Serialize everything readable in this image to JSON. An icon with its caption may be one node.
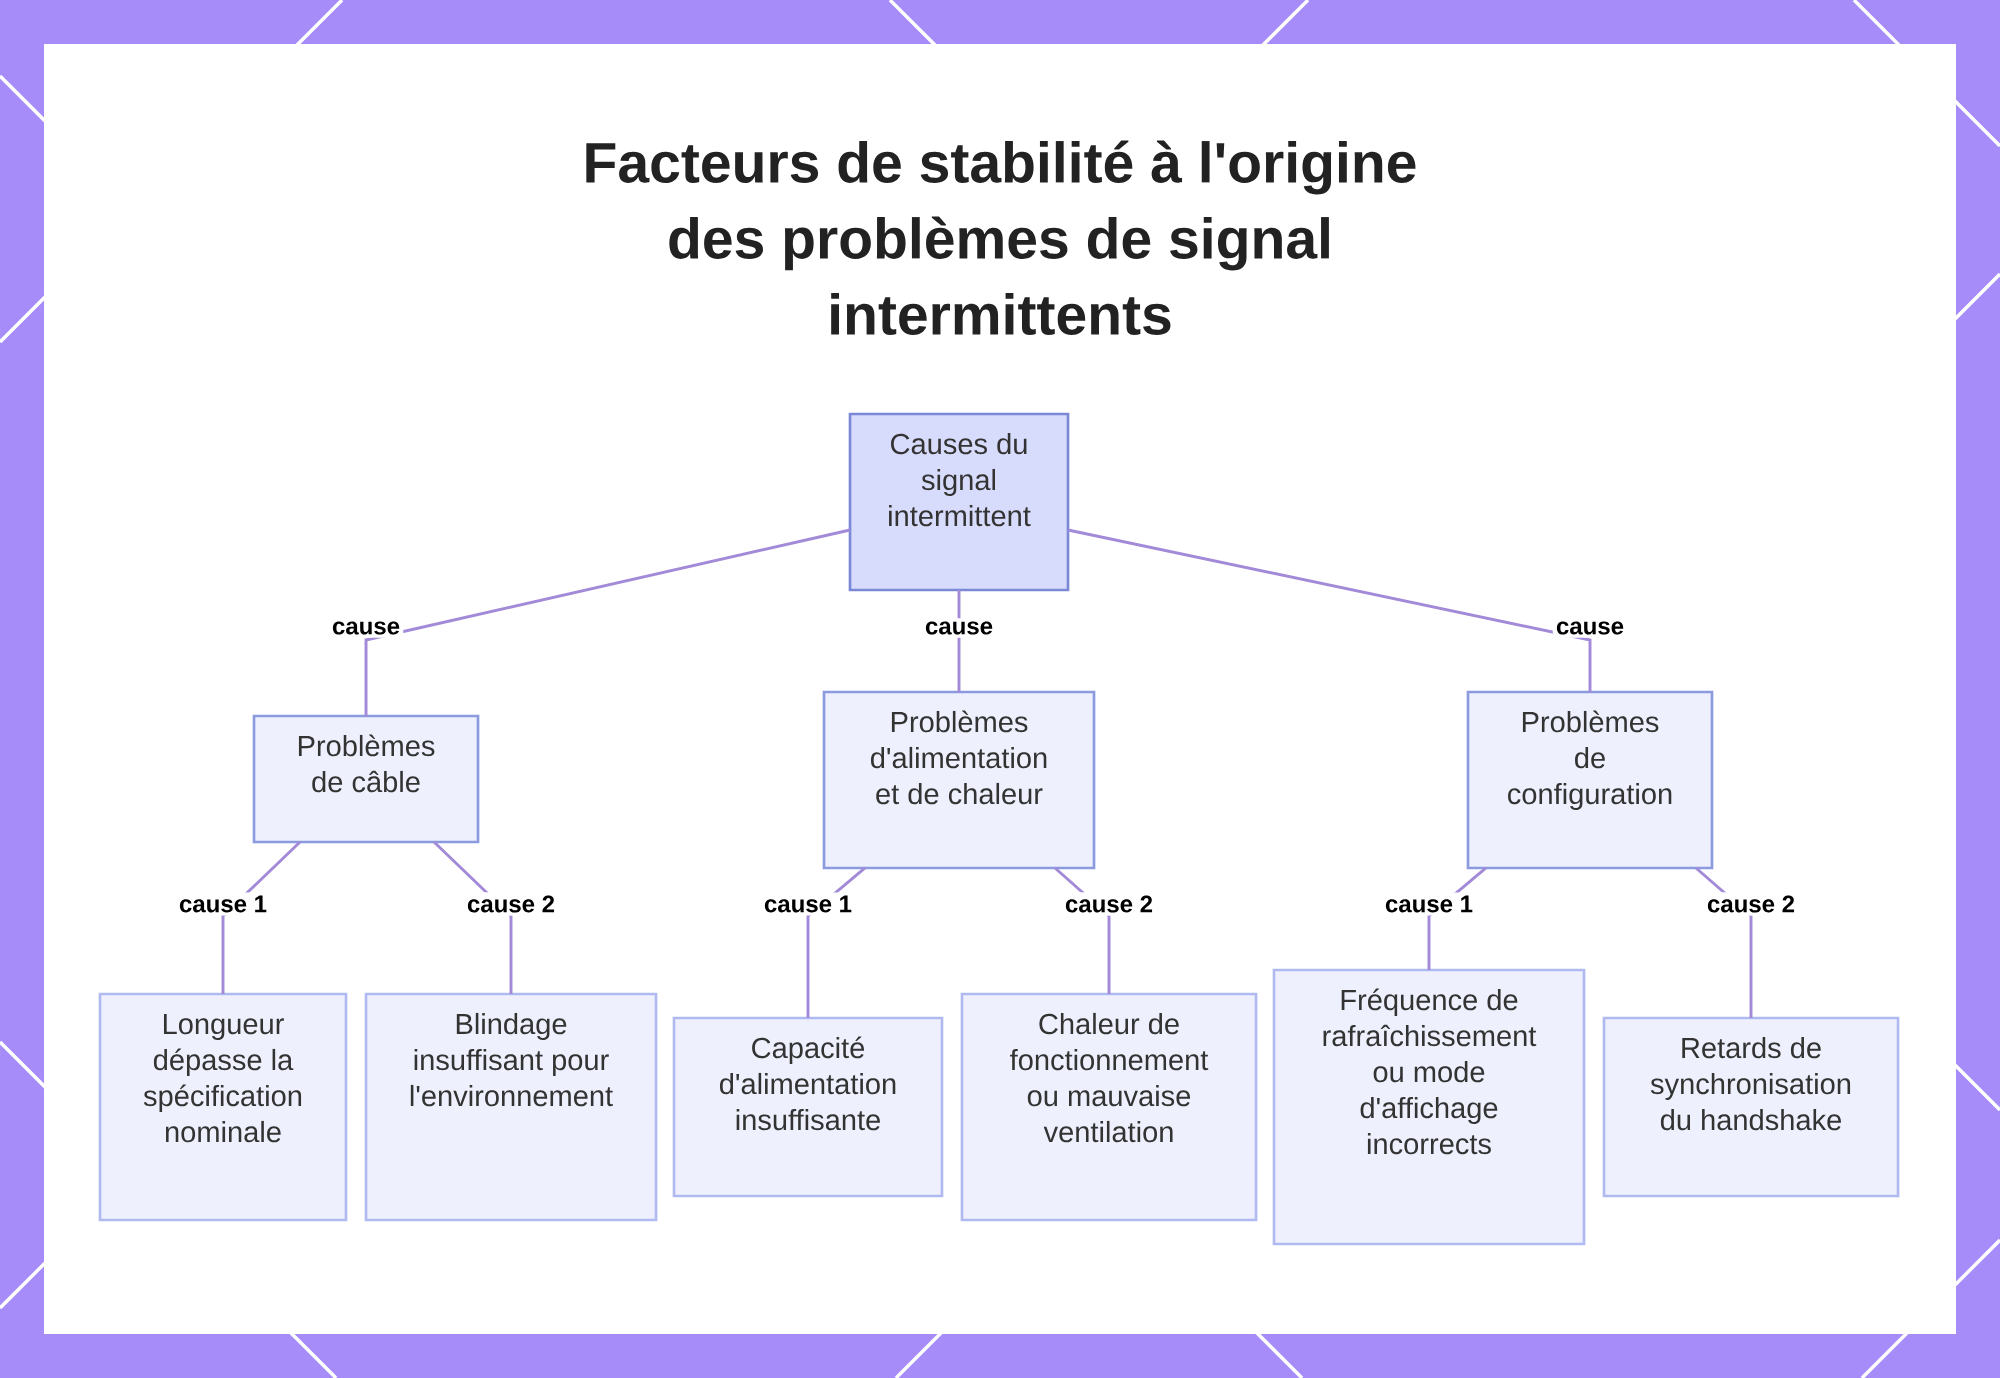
{
  "diagram": {
    "title": "Facteurs de stabilité à l'origine des problèmes de signal intermittents",
    "nodes": [
      {
        "text": [
          "Causes du signal intermittent"
        ]
      },
      {
        "text": [
          "Problèmes de câble"
        ]
      },
      {
        "text": [
          "Problèmes d'alimentation et de chaleur"
        ]
      },
      {
        "text": [
          "Problèmes de configuration"
        ]
      },
      {
        "text": [
          "Longueur dépasse la spécification nominale"
        ]
      },
      {
        "text": [
          "Blindage insuffisant pour l'environnement"
        ]
      },
      {
        "text": [
          "Capacité d'alimentation insuffisante"
        ]
      },
      {
        "text": [
          "Chaleur de fonctionnement ou mauvaise ventilation"
        ]
      },
      {
        "text": [
          "Fréquence de rafraîchissement ou mode d'affichage incorrects"
        ]
      },
      {
        "text": [
          "Retards de synchronisation du handshake"
        ]
      }
    ],
    "edges": [
      {
        "from": 0,
        "to": 1,
        "arrow": "none",
        "label": "cause"
      },
      {
        "from": 0,
        "to": 2,
        "arrow": "none",
        "label": "cause"
      },
      {
        "from": 0,
        "to": 3,
        "arrow": "none",
        "label": "cause"
      },
      {
        "from": 1,
        "to": 4,
        "arrow": "none",
        "label": "cause 1"
      },
      {
        "from": 1,
        "to": 5,
        "arrow": "none",
        "label": "cause 2"
      },
      {
        "from": 2,
        "to": 6,
        "arrow": "none",
        "label": "cause 1"
      },
      {
        "from": 2,
        "to": 7,
        "arrow": "none",
        "label": "cause 2"
      },
      {
        "from": 3,
        "to": 8,
        "arrow": "none",
        "label": "cause 1"
      },
      {
        "from": 3,
        "to": 9,
        "arrow": "none",
        "label": "cause 2"
      }
    ]
  }
}
